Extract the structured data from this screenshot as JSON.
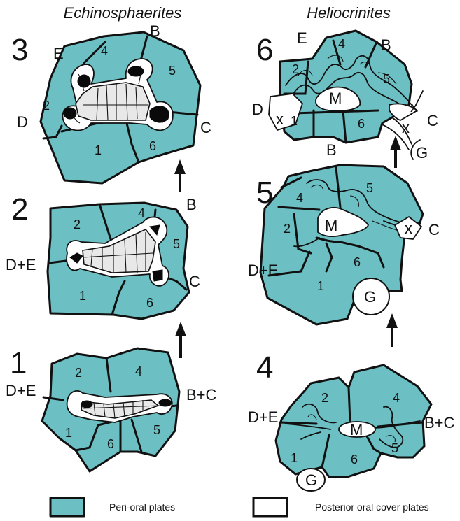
{
  "colors": {
    "peri_oral": "#6cc0c4",
    "cover": "#e8e8e8"
  },
  "titles": {
    "left": "Echinosphaerites",
    "right": "Heliocrinites"
  },
  "stage_labels": {
    "s1": "1",
    "s2": "2",
    "s3": "3",
    "s4": "4",
    "s5": "5",
    "s6": "6"
  },
  "plate_numbers": [
    "1",
    "2",
    "4",
    "5",
    "6"
  ],
  "marks": {
    "M": "M",
    "G": "G",
    "x": "x"
  },
  "ray_labels": {
    "s1_left": "D+E",
    "s1_right": "B+C",
    "s2_left": "D+E",
    "s2_B": "B",
    "s2_C": "C",
    "s3_E": "E",
    "s3_B": "B",
    "s3_D": "D",
    "s3_C": "C",
    "s4_left": "D+E",
    "s4_right": "B+C",
    "s5_left": "D+E",
    "s5_C": "C",
    "s6_E": "E",
    "s6_B_top": "B",
    "s6_D": "D",
    "s6_C": "C",
    "s6_B_bottom": "B"
  },
  "legend": {
    "peri_oral": "Peri-oral plates",
    "cover": "Posterior oral cover plates"
  },
  "icons": {
    "arrow": "up-arrow-icon"
  }
}
